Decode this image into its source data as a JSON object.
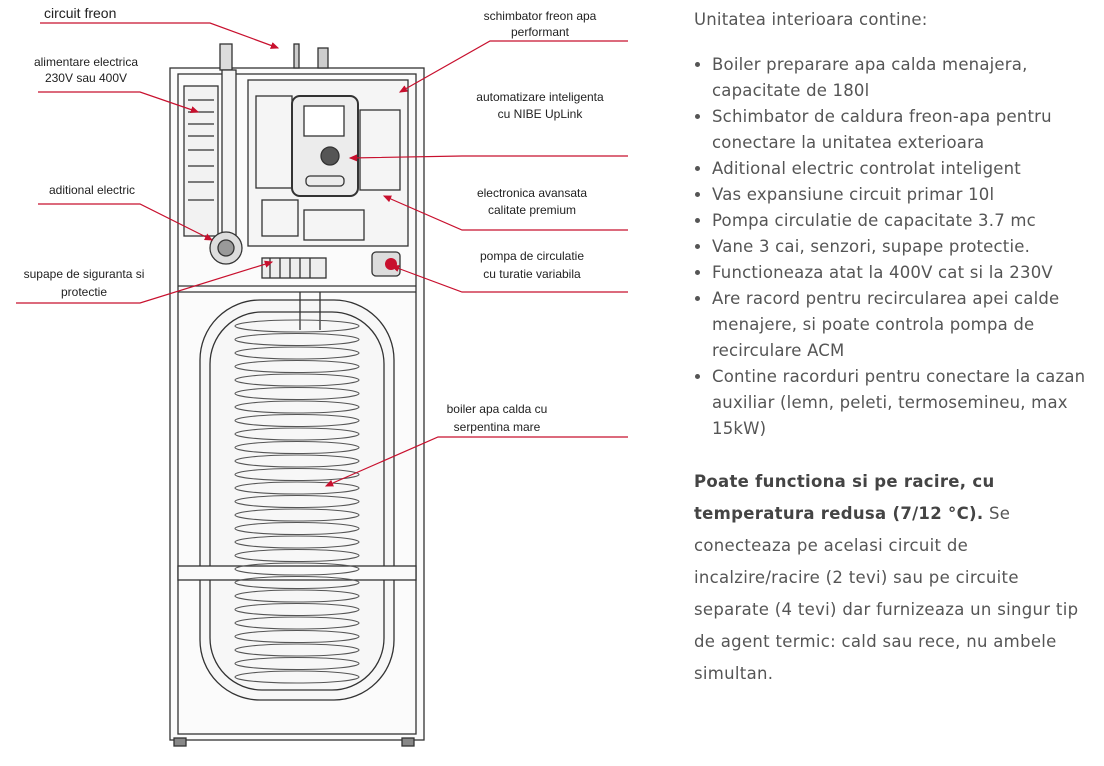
{
  "diagram": {
    "labels": {
      "circuit_freon": "circuit freon",
      "schimbator_l1": "schimbator freon apa",
      "schimbator_l2": "performant",
      "alimentare_l1": "alimentare electrica",
      "alimentare_l2": "230V sau 400V",
      "automatizare_l1": "automatizare inteligenta",
      "automatizare_l2": "cu NIBE UpLink",
      "aditional": "aditional electric",
      "electronica_l1": "electronica avansata",
      "electronica_l2": "calitate premium",
      "pompa_l1": "pompa de circulatie",
      "pompa_l2": "cu turatie variabila",
      "supape_l1": "supape de siguranta si",
      "supape_l2": "protectie",
      "boiler_l1": "boiler apa calda cu",
      "boiler_l2": "serpentina mare"
    },
    "arrow_color": "#c8102e"
  },
  "content": {
    "intro": "Unitatea interioara contine:",
    "features": [
      "Boiler preparare apa calda menajera, capacitate de 180l",
      "Schimbator de caldura freon-apa pentru conectare la unitatea exterioara",
      "Aditional electric controlat inteligent",
      "Vas expansiune circuit primar 10l",
      "Pompa circulatie de capacitate 3.7 mc",
      "Vane 3 cai, senzori, supape protectie.",
      "Functioneaza atat la 400V cat si la 230V",
      "Are racord pentru recircularea apei calde menajere, si poate controla pompa de recirculare ACM",
      "Contine racorduri pentru conectare la cazan auxiliar (lemn, peleti, termosemineu, max 15kW)"
    ],
    "paragraph_bold": "Poate functiona si pe racire, cu temperatura redusa (7/12 °C).",
    "paragraph_rest": " Se conecteaza pe acelasi circuit de incalzire/racire (2 tevi) sau pe circuite separate (4 tevi) dar furnizeaza un singur tip de agent termic: cald sau rece, nu ambele simultan."
  }
}
